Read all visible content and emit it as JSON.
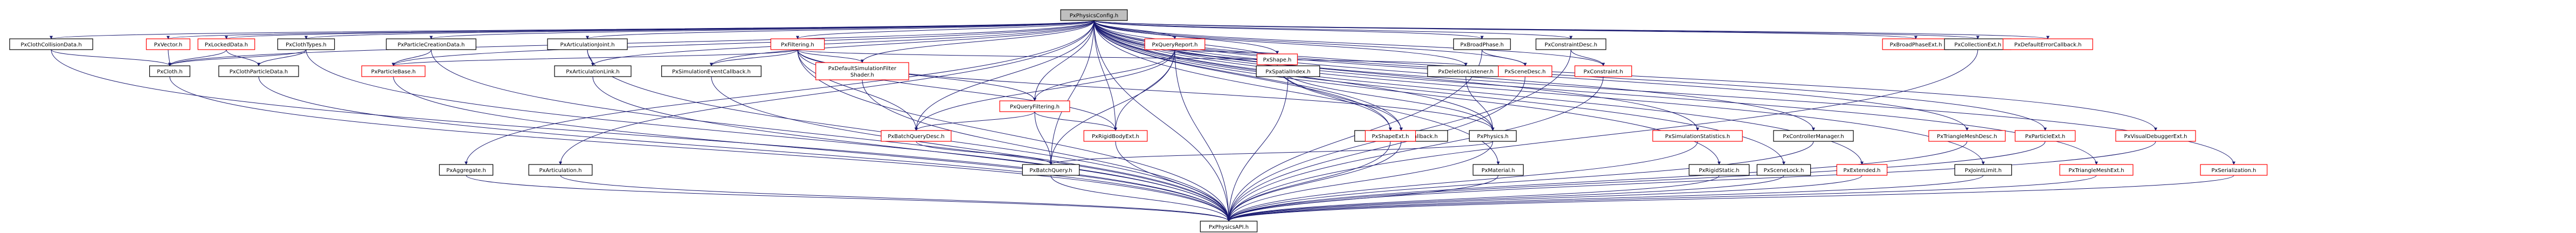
{
  "graph_title": "include dependency graph",
  "colors": {
    "edge": "#191970",
    "linked_border": "#000000",
    "missing_border": "#ff0000",
    "root_fill": "#bfbfbf"
  },
  "root": {
    "id": "root",
    "label": "PxPhysicsConfig.h"
  },
  "sink": {
    "id": "sink",
    "label": "PxPhysicsAPI.h"
  },
  "nodes": [
    {
      "id": "n1",
      "label": "PxClothCollisionData.h",
      "linked": true
    },
    {
      "id": "n2",
      "label": "PxVector.h",
      "linked": false
    },
    {
      "id": "n3",
      "label": "PxLockedData.h",
      "linked": false
    },
    {
      "id": "n4",
      "label": "PxClothTypes.h",
      "linked": true
    },
    {
      "id": "n5",
      "label": "PxParticleCreationData.h",
      "linked": true
    },
    {
      "id": "n6",
      "label": "PxArticulationJoint.h",
      "linked": true
    },
    {
      "id": "n7",
      "label": "PxFiltering.h",
      "linked": false
    },
    {
      "id": "n8",
      "label": "PxQueryReport.h",
      "linked": false
    },
    {
      "id": "n9",
      "label": "PxBroadPhase.h",
      "linked": true
    },
    {
      "id": "n10",
      "label": "PxConstraintDesc.h",
      "linked": true
    },
    {
      "id": "n11",
      "label": "PxBroadPhaseExt.h",
      "linked": false
    },
    {
      "id": "n12",
      "label": "PxCollectionExt.h",
      "linked": true
    },
    {
      "id": "n13",
      "label": "PxDefaultErrorCallback.h",
      "linked": false
    },
    {
      "id": "n14",
      "label": "PxCloth.h",
      "linked": true
    },
    {
      "id": "n15",
      "label": "PxClothParticleData.h",
      "linked": true
    },
    {
      "id": "n16",
      "label": "PxParticleBase.h",
      "linked": false
    },
    {
      "id": "n17",
      "label": "PxArticulationLink.h",
      "linked": true
    },
    {
      "id": "n18",
      "label": "PxSimulationEventCallback.h",
      "linked": true
    },
    {
      "id": "n19",
      "label": "PxDefaultSimulationFilter\nShader.h",
      "linked": false
    },
    {
      "id": "n20",
      "label": "PxQueryFiltering.h",
      "linked": false
    },
    {
      "id": "n21",
      "label": "PxRigidBodyExt.h",
      "linked": false
    },
    {
      "id": "n22",
      "label": "PxShape.h",
      "linked": false
    },
    {
      "id": "n23",
      "label": "PxSpatialIndex.h",
      "linked": true
    },
    {
      "id": "n24",
      "label": "PxDeletionListener.h",
      "linked": true
    },
    {
      "id": "n25",
      "label": "PxSceneDesc.h",
      "linked": false
    },
    {
      "id": "n26",
      "label": "PxConstraint.h",
      "linked": false
    },
    {
      "id": "n27",
      "label": "PxBatchQueryDesc.h",
      "linked": false
    },
    {
      "id": "n28",
      "label": "PxContactModifyCallback.h",
      "linked": true
    },
    {
      "id": "n29",
      "label": "PxShapeExt.h",
      "linked": false
    },
    {
      "id": "n30",
      "label": "PxPhysics.h",
      "linked": true
    },
    {
      "id": "n31",
      "label": "PxSimulationStatistics.h",
      "linked": false
    },
    {
      "id": "n32",
      "label": "PxRigidStatic.h",
      "linked": true
    },
    {
      "id": "n33",
      "label": "PxControllerManager.h",
      "linked": true
    },
    {
      "id": "n34",
      "label": "PxTriangleMeshDesc.h",
      "linked": false
    },
    {
      "id": "n35",
      "label": "PxParticleExt.h",
      "linked": false
    },
    {
      "id": "n36",
      "label": "PxVisualDebuggerExt.h",
      "linked": false
    },
    {
      "id": "n37",
      "label": "PxAggregate.h",
      "linked": true
    },
    {
      "id": "n38",
      "label": "PxArticulation.h",
      "linked": true
    },
    {
      "id": "n39",
      "label": "PxBatchQuery.h",
      "linked": true
    },
    {
      "id": "n40",
      "label": "PxMaterial.h",
      "linked": true
    },
    {
      "id": "n41",
      "label": "PxSceneLock.h",
      "linked": true
    },
    {
      "id": "n42",
      "label": "PxExtended.h",
      "linked": false
    },
    {
      "id": "n43",
      "label": "PxJointLimit.h",
      "linked": true
    },
    {
      "id": "n44",
      "label": "PxTriangleMeshExt.h",
      "linked": false
    },
    {
      "id": "n45",
      "label": "PxSerialization.h",
      "linked": false
    }
  ],
  "edges": [
    [
      "root",
      "n1"
    ],
    [
      "root",
      "n2"
    ],
    [
      "root",
      "n3"
    ],
    [
      "root",
      "n4"
    ],
    [
      "root",
      "n5"
    ],
    [
      "root",
      "n6"
    ],
    [
      "root",
      "n7"
    ],
    [
      "root",
      "n8"
    ],
    [
      "root",
      "n9"
    ],
    [
      "root",
      "n10"
    ],
    [
      "root",
      "n11"
    ],
    [
      "root",
      "n12"
    ],
    [
      "root",
      "n13"
    ],
    [
      "root",
      "n14"
    ],
    [
      "root",
      "n16"
    ],
    [
      "root",
      "n17"
    ],
    [
      "root",
      "n18"
    ],
    [
      "root",
      "n19"
    ],
    [
      "root",
      "n20"
    ],
    [
      "root",
      "n21"
    ],
    [
      "root",
      "n22"
    ],
    [
      "root",
      "n23"
    ],
    [
      "root",
      "n24"
    ],
    [
      "root",
      "n25"
    ],
    [
      "root",
      "n26"
    ],
    [
      "root",
      "n27"
    ],
    [
      "root",
      "n28"
    ],
    [
      "root",
      "n29"
    ],
    [
      "root",
      "n30"
    ],
    [
      "root",
      "n31"
    ],
    [
      "root",
      "n32"
    ],
    [
      "root",
      "n33"
    ],
    [
      "root",
      "n34"
    ],
    [
      "root",
      "n35"
    ],
    [
      "root",
      "n36"
    ],
    [
      "root",
      "n37"
    ],
    [
      "root",
      "n38"
    ],
    [
      "root",
      "n39"
    ],
    [
      "root",
      "n40"
    ],
    [
      "root",
      "n41"
    ],
    [
      "root",
      "n42"
    ],
    [
      "root",
      "n43"
    ],
    [
      "root",
      "n44"
    ],
    [
      "root",
      "n45"
    ],
    [
      "root",
      "sink"
    ],
    [
      "n1",
      "n14"
    ],
    [
      "n2",
      "n14"
    ],
    [
      "n3",
      "n14"
    ],
    [
      "n3",
      "n15"
    ],
    [
      "n4",
      "n14"
    ],
    [
      "n4",
      "n15"
    ],
    [
      "n5",
      "n16"
    ],
    [
      "n6",
      "n17"
    ],
    [
      "n7",
      "n16"
    ],
    [
      "n7",
      "n18"
    ],
    [
      "n7",
      "n19"
    ],
    [
      "n7",
      "n20"
    ],
    [
      "n7",
      "n21"
    ],
    [
      "n7",
      "n24"
    ],
    [
      "n7",
      "n30"
    ],
    [
      "n7",
      "n27"
    ],
    [
      "n8",
      "n20"
    ],
    [
      "n8",
      "n21"
    ],
    [
      "n8",
      "n22"
    ],
    [
      "n8",
      "n23"
    ],
    [
      "n8",
      "n27"
    ],
    [
      "n8",
      "n39"
    ],
    [
      "n9",
      "n25"
    ],
    [
      "n10",
      "n26"
    ],
    [
      "n20",
      "n21"
    ],
    [
      "n20",
      "n27"
    ],
    [
      "n20",
      "n39"
    ],
    [
      "n22",
      "n28"
    ],
    [
      "n22",
      "n29"
    ],
    [
      "n22",
      "n30"
    ],
    [
      "n24",
      "n30"
    ],
    [
      "n30",
      "n39"
    ],
    [
      "n27",
      "n39"
    ],
    [
      "n15",
      "sink"
    ],
    [
      "n14",
      "sink"
    ],
    [
      "n16",
      "sink"
    ],
    [
      "n17",
      "sink"
    ],
    [
      "n18",
      "sink"
    ],
    [
      "n19",
      "sink"
    ],
    [
      "n21",
      "sink"
    ],
    [
      "n23",
      "sink"
    ],
    [
      "n25",
      "sink"
    ],
    [
      "n26",
      "sink"
    ],
    [
      "n28",
      "sink"
    ],
    [
      "n29",
      "sink"
    ],
    [
      "n30",
      "sink"
    ],
    [
      "n31",
      "sink"
    ],
    [
      "n32",
      "sink"
    ],
    [
      "n33",
      "sink"
    ],
    [
      "n34",
      "sink"
    ],
    [
      "n35",
      "sink"
    ],
    [
      "n36",
      "sink"
    ],
    [
      "n37",
      "sink"
    ],
    [
      "n38",
      "sink"
    ],
    [
      "n39",
      "sink"
    ],
    [
      "n40",
      "sink"
    ],
    [
      "n41",
      "sink"
    ],
    [
      "n42",
      "sink"
    ],
    [
      "n43",
      "sink"
    ],
    [
      "n44",
      "sink"
    ],
    [
      "n45",
      "sink"
    ],
    [
      "n1",
      "sink"
    ],
    [
      "n4",
      "sink"
    ],
    [
      "n5",
      "sink"
    ],
    [
      "n6",
      "sink"
    ],
    [
      "n7",
      "sink"
    ],
    [
      "n8",
      "sink"
    ],
    [
      "n9",
      "sink"
    ],
    [
      "n10",
      "sink"
    ],
    [
      "n12",
      "sink"
    ]
  ]
}
